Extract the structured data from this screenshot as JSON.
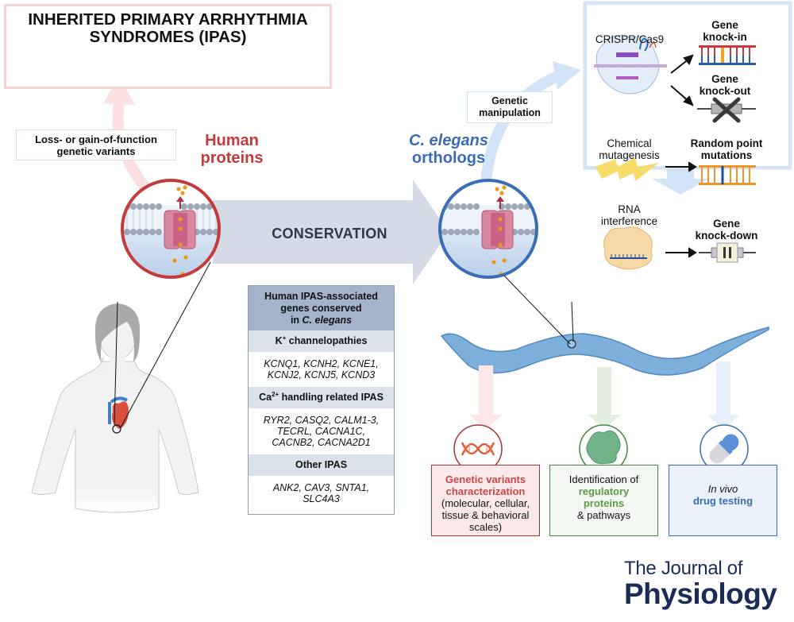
{
  "figure": {
    "ipas_title_line1": "INHERITED PRIMARY ARRHYTHMIA",
    "ipas_title_line2": "SYNDROMES (IPAS)",
    "variants_label_line1": "Loss- or gain-of-function",
    "variants_label_line2": "genetic variants",
    "human_label_line1": "Human",
    "human_label_line2": "proteins",
    "elegans_label_line1": "C. elegans",
    "elegans_label_line2": "orthologs",
    "conservation_label": "CONSERVATION",
    "genetic_manipulation_line1": "Genetic",
    "genetic_manipulation_line2": "manipulation"
  },
  "tools": {
    "crispr_label": "CRISPR/Cas9",
    "knock_in_line1": "Gene",
    "knock_in_line2": "knock-in",
    "knock_out_line1": "Gene",
    "knock_out_line2": "knock-out",
    "chemical_line1": "Chemical",
    "chemical_line2": "mutagenesis",
    "random_line1": "Random point",
    "random_line2": "mutations",
    "rnai_line1": "RNA",
    "rnai_line2": "interference",
    "knock_down_line1": "Gene",
    "knock_down_line2": "knock-down"
  },
  "gene_table": {
    "header_line1": "Human IPAS-associated",
    "header_line2": "genes conserved",
    "header_line3_prefix": "in ",
    "header_line3_italic": "C. elegans",
    "categories": [
      {
        "title_prefix": "K",
        "title_sup": "+",
        "title_suffix": " channelopathies",
        "genes_line1": "KCNQ1, KCNH2, KCNE1,",
        "genes_line2": "KCNJ2, KCNJ5, KCND3",
        "genes_line3": ""
      },
      {
        "title_prefix": "Ca",
        "title_sup": "2+",
        "title_suffix": " handling related IPAS",
        "genes_line1": "RYR2, CASQ2, CALM1-3,",
        "genes_line2": "TECRL, CACNA1C,",
        "genes_line3": "CACNB2, CACNA2D1"
      },
      {
        "title_prefix": "Other IPAS",
        "title_sup": "",
        "title_suffix": "",
        "genes_line1": "ANK2, CAV3, SNTA1,",
        "genes_line2": "SLC4A3",
        "genes_line3": ""
      }
    ]
  },
  "applications": [
    {
      "highlight_line1": "Genetic variants",
      "highlight_line2": "characterization",
      "detail_line1": "(molecular, cellular,",
      "detail_line2": "tissue & behavioral",
      "detail_line3": "scales)",
      "icon": "dna-icon"
    },
    {
      "intro": "Identification of",
      "highlight_line1": "regulatory",
      "highlight_line2": "proteins",
      "detail_line1": "& pathways",
      "icon": "protein-icon"
    },
    {
      "intro_italic": "In vivo",
      "highlight_line1": "drug testing",
      "icon": "pill-icon"
    }
  ],
  "journal": {
    "line1": "The Journal of",
    "line2": "Physiology"
  },
  "colors": {
    "human_red": "#c53a3a",
    "elegans_blue": "#3a6db5",
    "green": "#3f8a3f",
    "journal_navy": "#1a2d57"
  }
}
